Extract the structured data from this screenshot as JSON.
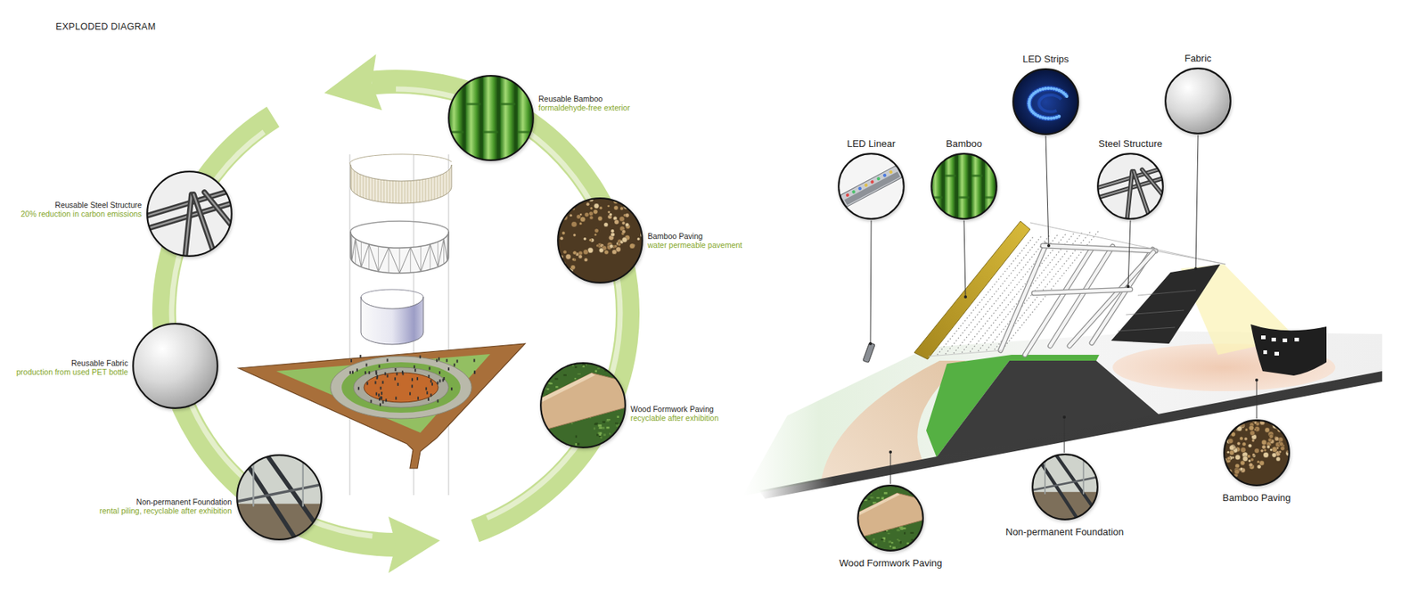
{
  "diagram": {
    "title": "EXPLODED DIAGRAM",
    "nodes": [
      {
        "text": [
          "Reusable Bamboo",
          "formaldehyde-free exterior"
        ]
      },
      {
        "text": [
          "Reusable Steel Structure",
          "20% reduction in carbon emissions"
        ]
      },
      {
        "text": [
          "Bamboo Paving",
          "water permeable pavement"
        ]
      },
      {
        "text": [
          "Reusable Fabric",
          "production from used PET bottle"
        ]
      },
      {
        "text": [
          "Wood Formwork Paving",
          "recyclable after exhibition"
        ]
      },
      {
        "text": [
          "Non-permanent Foundation",
          "rental piling, recyclable after exhibition"
        ]
      },
      {
        "text": [
          "LED Strips"
        ]
      },
      {
        "text": [
          "Fabric"
        ]
      },
      {
        "text": [
          "LED Linear"
        ]
      },
      {
        "text": [
          "Bamboo"
        ]
      },
      {
        "text": [
          "Steel Structure"
        ]
      },
      {
        "text": [
          "Wood Formwork Paving"
        ]
      },
      {
        "text": [
          "Non-permanent Foundation"
        ]
      },
      {
        "text": [
          "Bamboo Paving"
        ]
      }
    ]
  }
}
